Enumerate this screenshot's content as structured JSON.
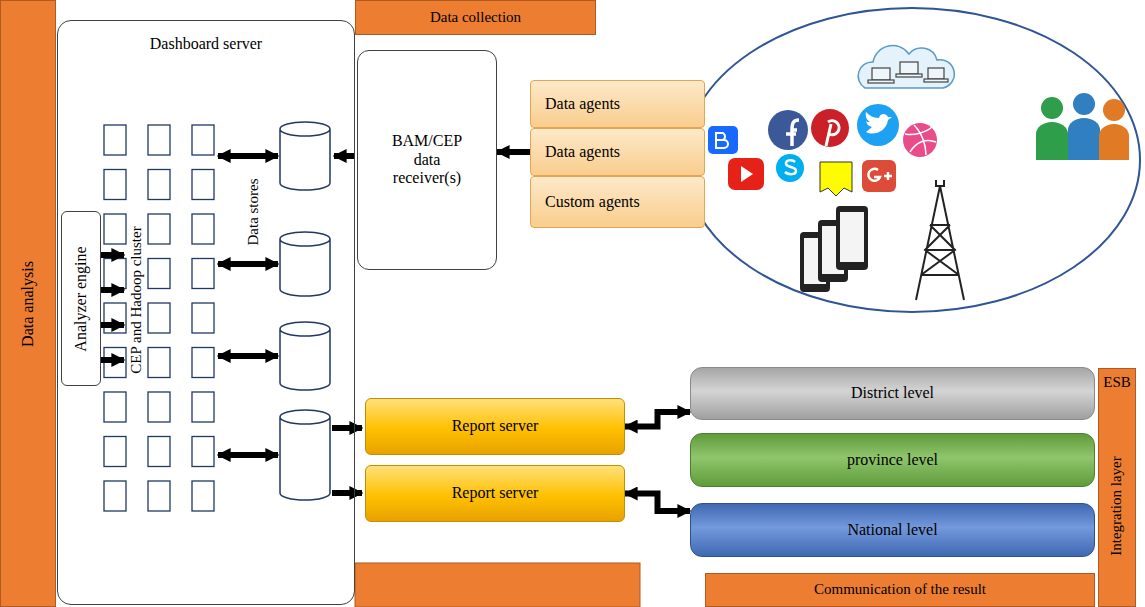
{
  "diagram": {
    "nodes": [
      {
        "text": [
          "Data analysis"
        ]
      },
      {
        "text": [
          "Dashboard server"
        ]
      },
      {
        "text": [
          "Analyzer engine"
        ],
        "in": 1
      },
      {
        "text": [
          "Data collection"
        ]
      },
      {
        "text": [
          "BAM/CEP data receiver(s)"
        ]
      },
      {
        "text": [
          "Data agents"
        ]
      },
      {
        "text": [
          "Data agents"
        ]
      },
      {
        "text": [
          "Custom agents"
        ]
      },
      {
        "text": [
          "Report server"
        ]
      },
      {
        "text": [
          "Report server"
        ]
      },
      {
        "text": [
          "District level"
        ]
      },
      {
        "text": [
          "province level"
        ]
      },
      {
        "text": [
          "National level"
        ]
      },
      {
        "text": [
          "Communication of the result"
        ]
      },
      {
        "text": [
          "ESB",
          "Integration layer"
        ]
      }
    ],
    "edges": [
      {
        "from": 6,
        "to": 4,
        "arrow": "to"
      },
      {
        "from": 8,
        "to": 10,
        "arrow": "both"
      },
      {
        "from": 9,
        "to": 12,
        "arrow": "both"
      }
    ],
    "labels": [
      "CEP and Hadoop cluster",
      "Data stores"
    ]
  }
}
